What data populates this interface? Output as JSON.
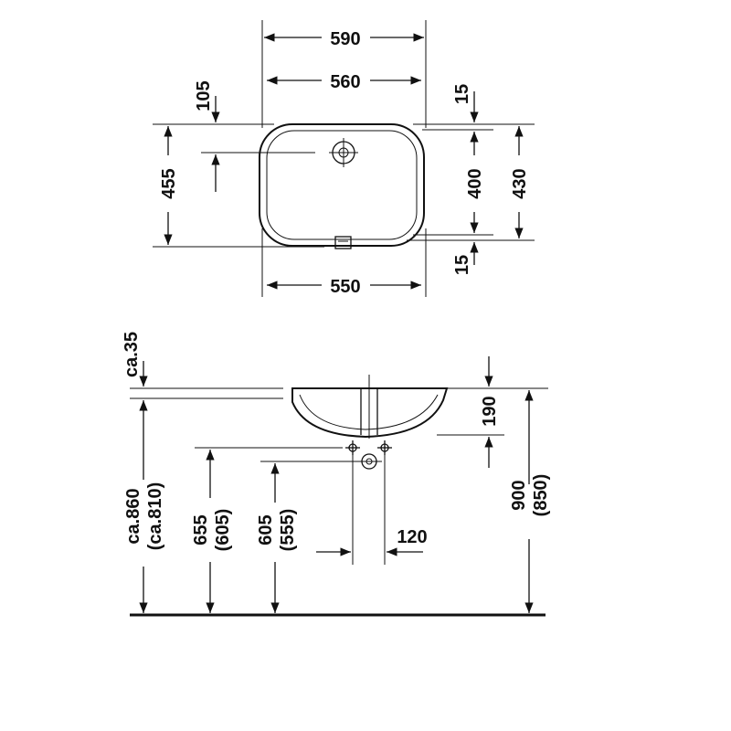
{
  "top_view": {
    "width_outer": "590",
    "width_inner": "560",
    "width_bottom": "550",
    "offset_drain": "105",
    "depth_total": "455",
    "rim_top": "15",
    "depth_bowl": "400",
    "depth_outer": "430",
    "rim_bottom": "15"
  },
  "side_view": {
    "counter_thickness": "ca.35",
    "bowl_depth": "190",
    "rim_height": "ca.860",
    "rim_height_alt": "(ca.810)",
    "supply_height": "655",
    "supply_height_alt": "(605)",
    "drain_height": "605",
    "drain_height_alt": "(555)",
    "supply_spacing": "120",
    "total_height": "900",
    "total_height_alt": "(850)"
  }
}
